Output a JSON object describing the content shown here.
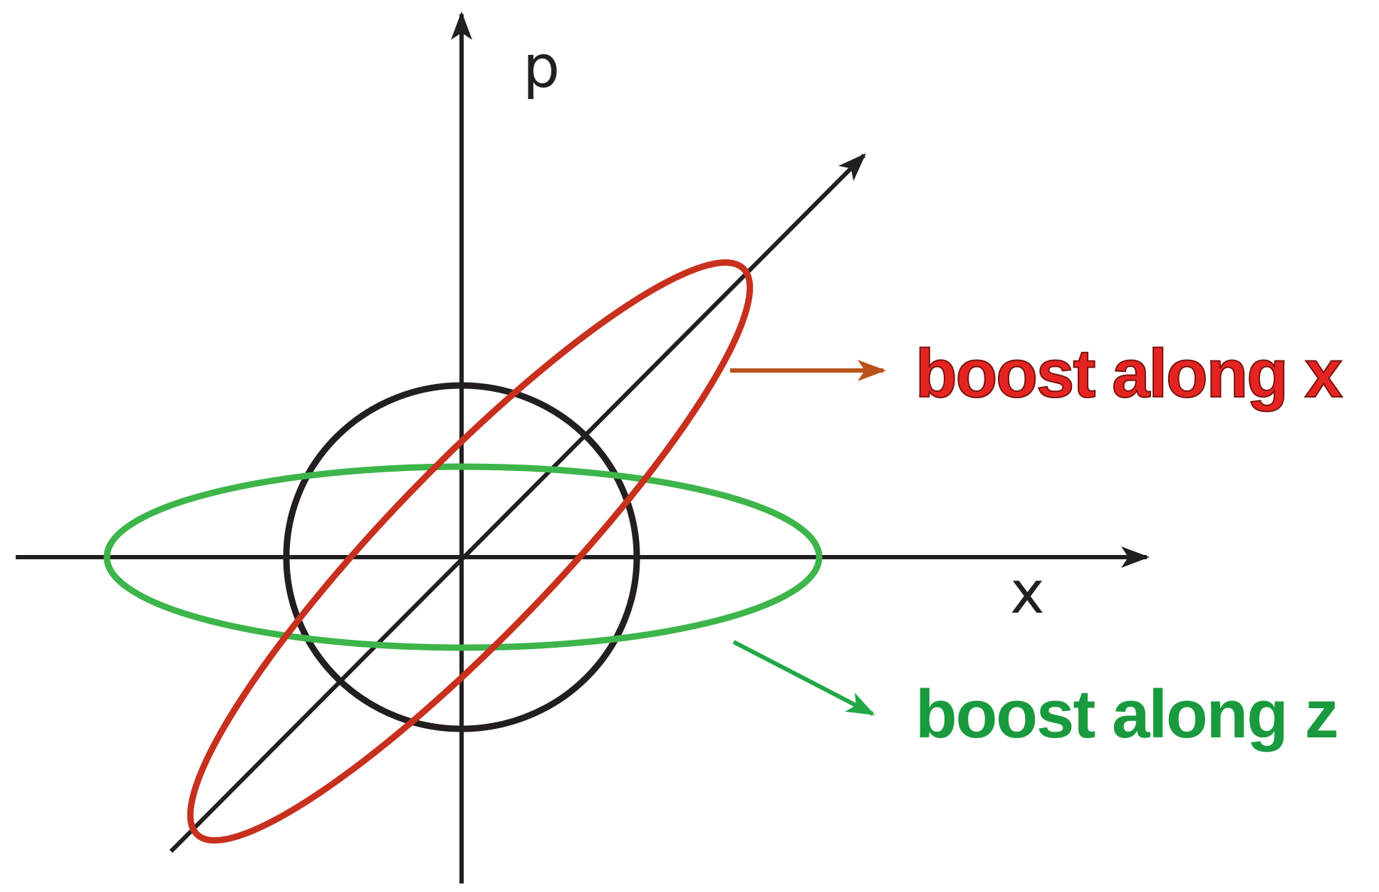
{
  "labels": {
    "p_axis": "p",
    "x_axis": "x",
    "boost_x": "boost along x",
    "boost_z": "boost along z"
  },
  "colors": {
    "axes": "#231f20",
    "circle": "#231f20",
    "boost_x": "#c8301e",
    "boost_x_arrow": "#b9521b",
    "boost_x_text": "#e52421",
    "boost_z": "#3db54a",
    "boost_z_arrow": "#22a845",
    "boost_z_text": "#1a9a3e"
  }
}
